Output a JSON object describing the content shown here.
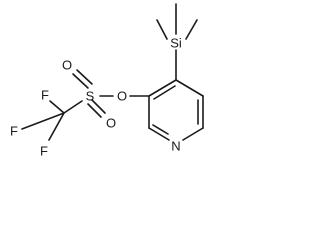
{
  "molecule": {
    "atoms": {
      "silicon": "Si",
      "oxygen_ester": "O",
      "oxygen_sulfonyl_top": "O",
      "oxygen_sulfonyl_bottom": "O",
      "sulfur": "S",
      "fluorine_left": "F",
      "fluorine_bottom": "F",
      "fluorine_upper": "F",
      "nitrogen": "N"
    }
  }
}
